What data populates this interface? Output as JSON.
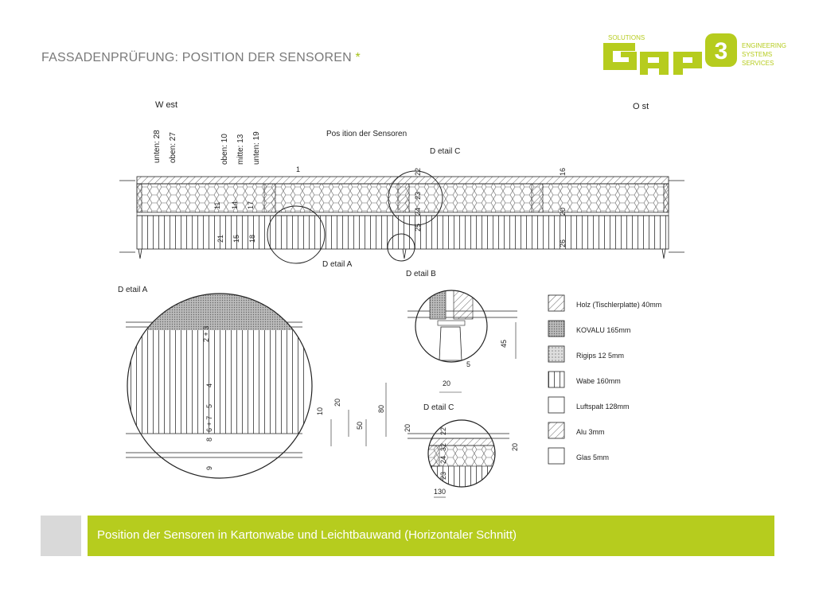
{
  "header": {
    "title": "FASSADENPRÜFUNG:  POSITION DER SENSOREN",
    "asterisk": "*"
  },
  "logo": {
    "small_left": "SOLUTIONS",
    "brand": "GAP",
    "badge": "3",
    "right_lines": [
      "ENGINEERING",
      "SYSTEMS",
      "SERVICES"
    ]
  },
  "drawing": {
    "west_label": "W est",
    "east_label": "O st",
    "sensor_position_label": "Pos ition der Sensoren",
    "detail_c_label": "D etail C",
    "detail_a_label": "D etail A",
    "detail_b_label": "D etail B",
    "detail_a_heading": "D etail A",
    "detail_c_heading": "D etail C",
    "sensor_tags": [
      "unten: 28",
      "oben: 27",
      "oben: 10",
      "mitte: 13",
      "unten: 19",
      "1",
      "11",
      "14",
      "17",
      "21",
      "15",
      "18",
      "22",
      "23",
      "24",
      "25",
      "16",
      "20",
      "26"
    ],
    "detail_a_numbers": [
      "2 + 3",
      "4",
      "5",
      "6 + 7",
      "8",
      "9"
    ],
    "detail_a_dims": [
      "80",
      "20",
      "50",
      "10"
    ],
    "detail_b_dims": [
      "45",
      "5",
      "20"
    ],
    "detail_c_dims": [
      "20",
      "20",
      "130"
    ],
    "detail_c_numbers": [
      "22",
      "32",
      "24",
      "23"
    ]
  },
  "legend": {
    "items": [
      {
        "label": "Holz (Tischlerplatte) 40mm",
        "pattern": "hatch"
      },
      {
        "label": "KOVALU 165mm",
        "pattern": "dense"
      },
      {
        "label": "Rigips 12 5mm",
        "pattern": "dots"
      },
      {
        "label": "Wabe 160mm",
        "pattern": "vertical"
      },
      {
        "label": "Luftspalt 128mm",
        "pattern": "empty"
      },
      {
        "label": "Alu 3mm",
        "pattern": "hatch-gray"
      },
      {
        "label": "Glas 5mm",
        "pattern": "empty"
      }
    ]
  },
  "footer": {
    "caption": "Position der Sensoren in Kartonwabe und Leichtbauwand (Horizontaler Schnitt)"
  },
  "colors": {
    "accent_green": "#b6cc1e",
    "title_gray": "#7a7a7a",
    "footer_gray": "#d9d9d9"
  }
}
